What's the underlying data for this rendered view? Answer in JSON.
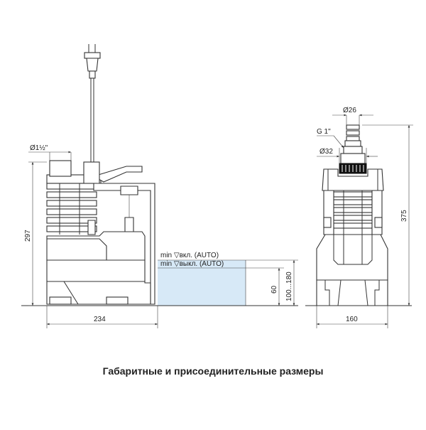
{
  "caption": "Габаритные и присоединительные размеры",
  "front_view": {
    "pipe_diameter": "Ø1½\"",
    "height": "297",
    "width": "234",
    "level_on": "min ▽вкл. (AUTO)",
    "level_off": "min ▽выкл. (AUTO)",
    "level_60": "60",
    "level_range": "100...180"
  },
  "side_view": {
    "hose_diameter": "Ø26",
    "thread": "G 1\"",
    "outlet_diameter": "Ø32",
    "height": "375",
    "width": "160"
  },
  "colors": {
    "water": "#d7e9f7",
    "line": "#333333"
  }
}
